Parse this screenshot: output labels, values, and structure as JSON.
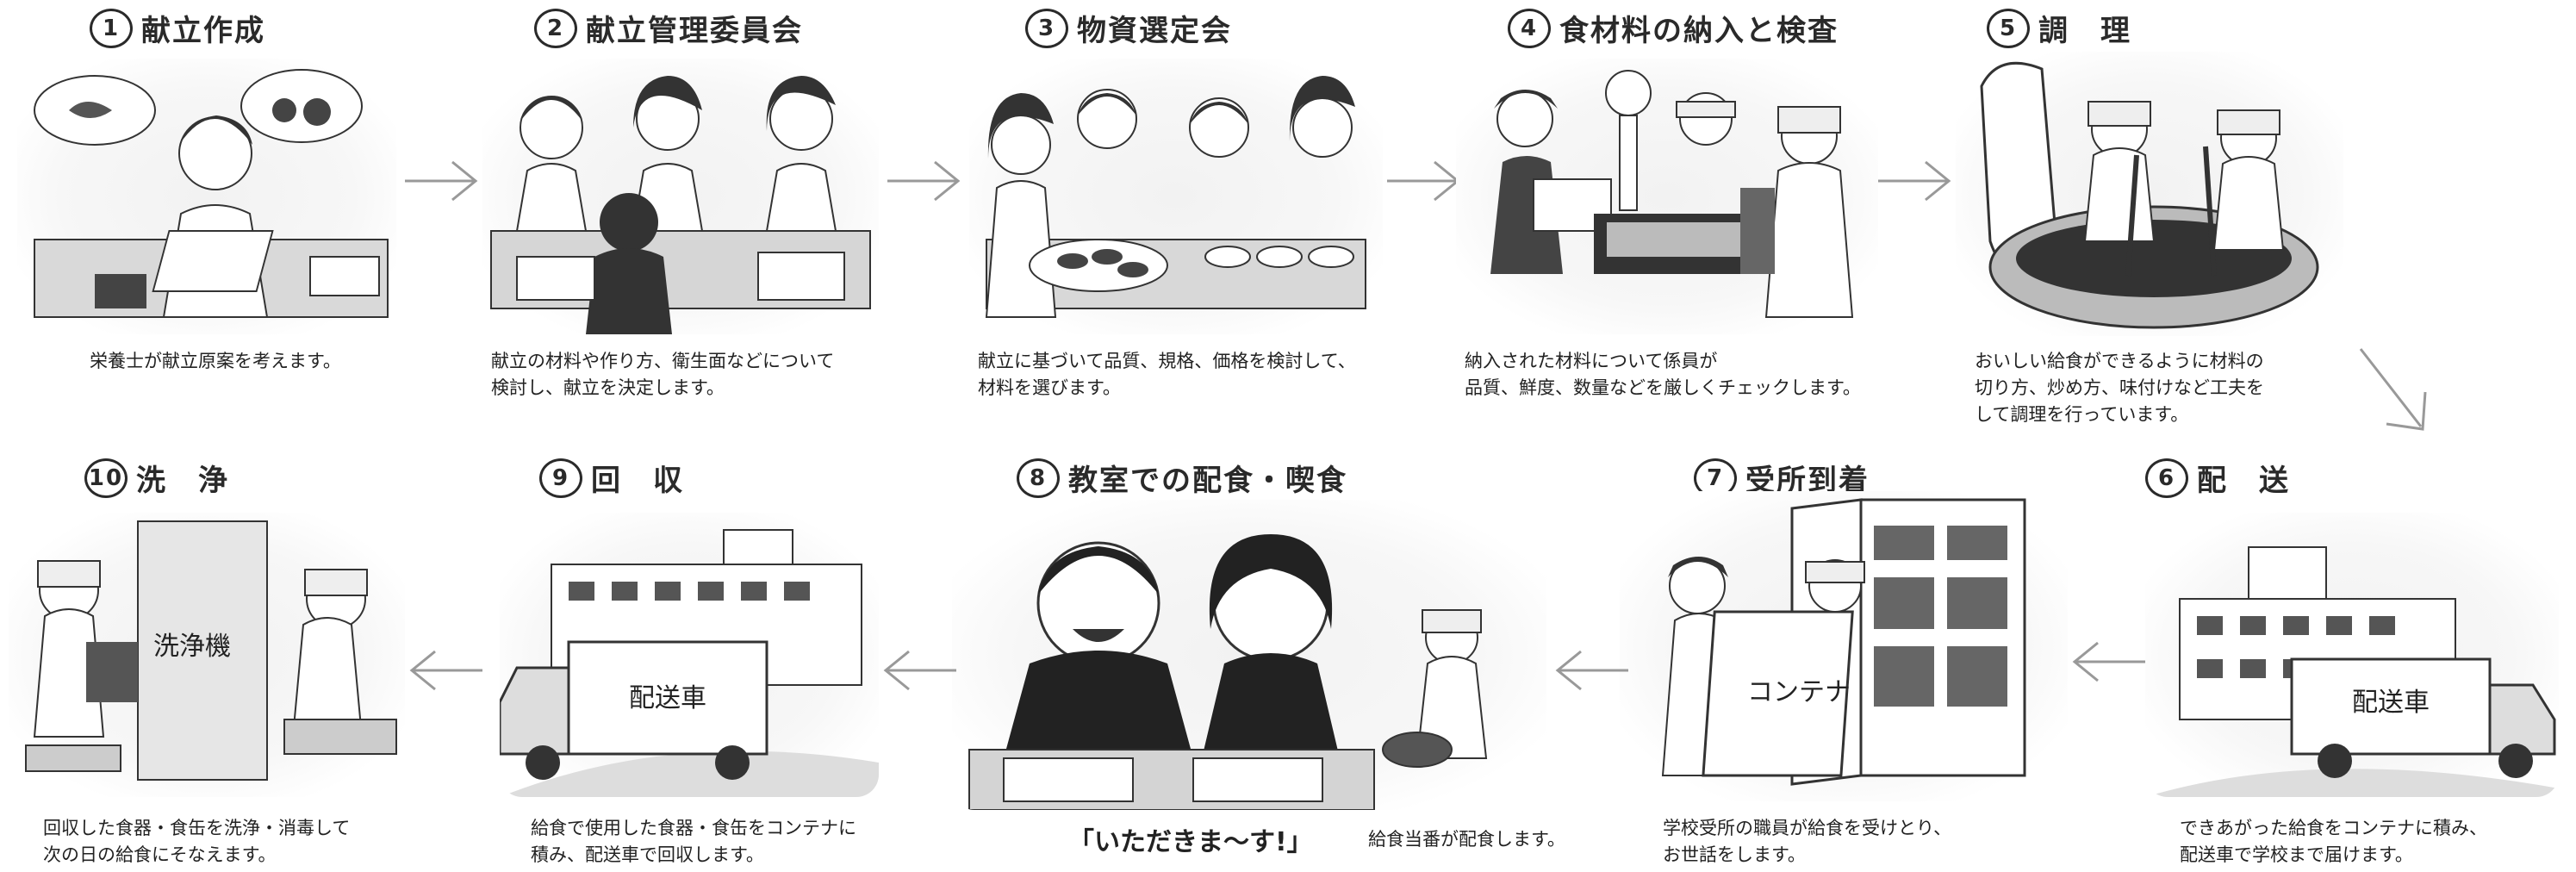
{
  "steps": [
    {
      "num": "1",
      "title": "献立作成",
      "caption": [
        "栄養士が献立原案を考えます。"
      ]
    },
    {
      "num": "2",
      "title": "献立管理委員会",
      "caption": [
        "献立の材料や作り方、衛生面などについて",
        "検討し、献立を決定します。"
      ]
    },
    {
      "num": "3",
      "title": "物資選定会",
      "caption": [
        "献立に基づいて品質、規格、価格を検討して、",
        "材料を選びます。"
      ]
    },
    {
      "num": "4",
      "title": "食材料の納入と検査",
      "caption": [
        "納入された材料について係員が",
        "品質、鮮度、数量などを厳しくチェックします。"
      ]
    },
    {
      "num": "5",
      "title": "調　理",
      "caption": [
        "おいしい給食ができるように材料の",
        "切り方、炒め方、味付けなど工夫を",
        "して調理を行っています。"
      ]
    },
    {
      "num": "6",
      "title": "配　送",
      "caption": [
        "できあがった給食をコンテナに積み、",
        "配送車で学校まで届けます。"
      ]
    },
    {
      "num": "7",
      "title": "受所到着",
      "caption": [
        "学校受所の職員が給食を受けとり、",
        "お世話をします。"
      ]
    },
    {
      "num": "8",
      "title": "教室での配食・喫食",
      "caption": [
        "給食当番が配食します。"
      ],
      "shout": "「いただきま〜す!」"
    },
    {
      "num": "9",
      "title": "回　収",
      "caption": [
        "給食で使用した食器・食缶をコンテナに",
        "積み、配送車で回収します。"
      ]
    },
    {
      "num": "10",
      "title": "洗　浄",
      "caption": [
        "回収した食器・食缶を洗浄・消毒して",
        "次の日の給食にそなえます。"
      ]
    }
  ],
  "signs": {
    "truck_6": "配送車",
    "truck_9": "配送車",
    "container_7": "コンテナ",
    "washer_10": "洗浄機"
  }
}
